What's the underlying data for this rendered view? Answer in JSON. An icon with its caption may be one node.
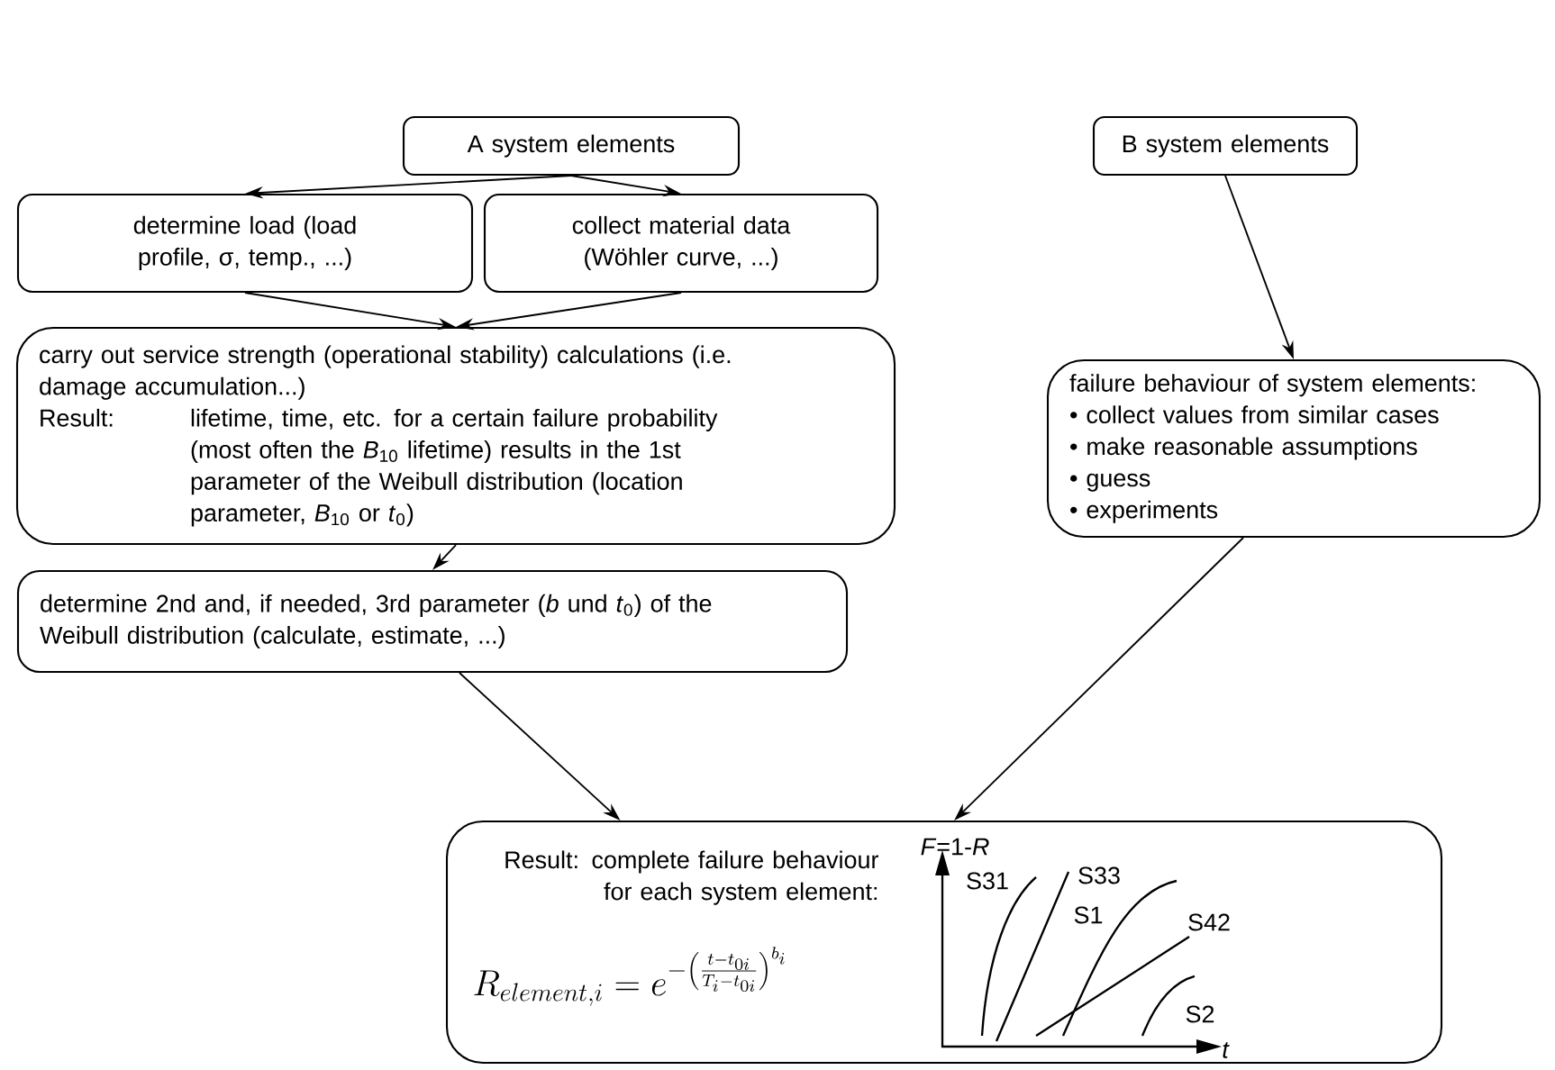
{
  "diagram": {
    "nodes": [
      {
        "text": [
          "A system elements"
        ]
      },
      {
        "text": [
          "B system elements"
        ]
      },
      {
        "text": [
          "determine load (load profile, σ, temp., ...)"
        ]
      },
      {
        "text": [
          "collect material data (Wöhler curve, ...)"
        ]
      },
      {
        "text": [
          "carry out service strength (operational stability) calculations (i.e. damage accumulation...)",
          "Result:",
          "lifetime, time, etc. for a certain failure probability (most often the *B*$_{10}$ lifetime) results in the 1st parameter of the Weibull distribution (location parameter, *B*$_{10}$ or *t*$_{0}$)"
        ]
      },
      {
        "text": [
          "failure behaviour of system elements:",
          "• collect values from similar cases",
          "• make reasonable assumptions",
          "• guess",
          "• experiments"
        ]
      },
      {
        "text": [
          "determine 2nd and, if needed, 3rd parameter (*b* und *t*$_{0}$) of the Weibull distribution (calculate, estimate, ...)"
        ]
      },
      {
        "text": [
          "Result: complete failure behaviour for each system element:",
          "R_{element,i} = e^{-\\left(\\frac{t-t_{0i}}{T_i-t_{0i}}\\right)^{b_i}}"
        ]
      }
    ],
    "edges": [
      {
        "from": 0,
        "to": 2,
        "arrow": "to"
      },
      {
        "from": 0,
        "to": 3,
        "arrow": "to"
      },
      {
        "from": 2,
        "to": 4,
        "arrow": "to"
      },
      {
        "from": 3,
        "to": 4,
        "arrow": "to"
      },
      {
        "from": 1,
        "to": 5,
        "arrow": "to"
      },
      {
        "from": 4,
        "to": 6,
        "arrow": "to"
      },
      {
        "from": 6,
        "to": 7,
        "arrow": "to"
      },
      {
        "from": 5,
        "to": 7,
        "arrow": "to"
      }
    ],
    "labels": [
      "*F*=1-*R*",
      "S31",
      "S33",
      "S1",
      "S42",
      "S2",
      "t"
    ]
  }
}
